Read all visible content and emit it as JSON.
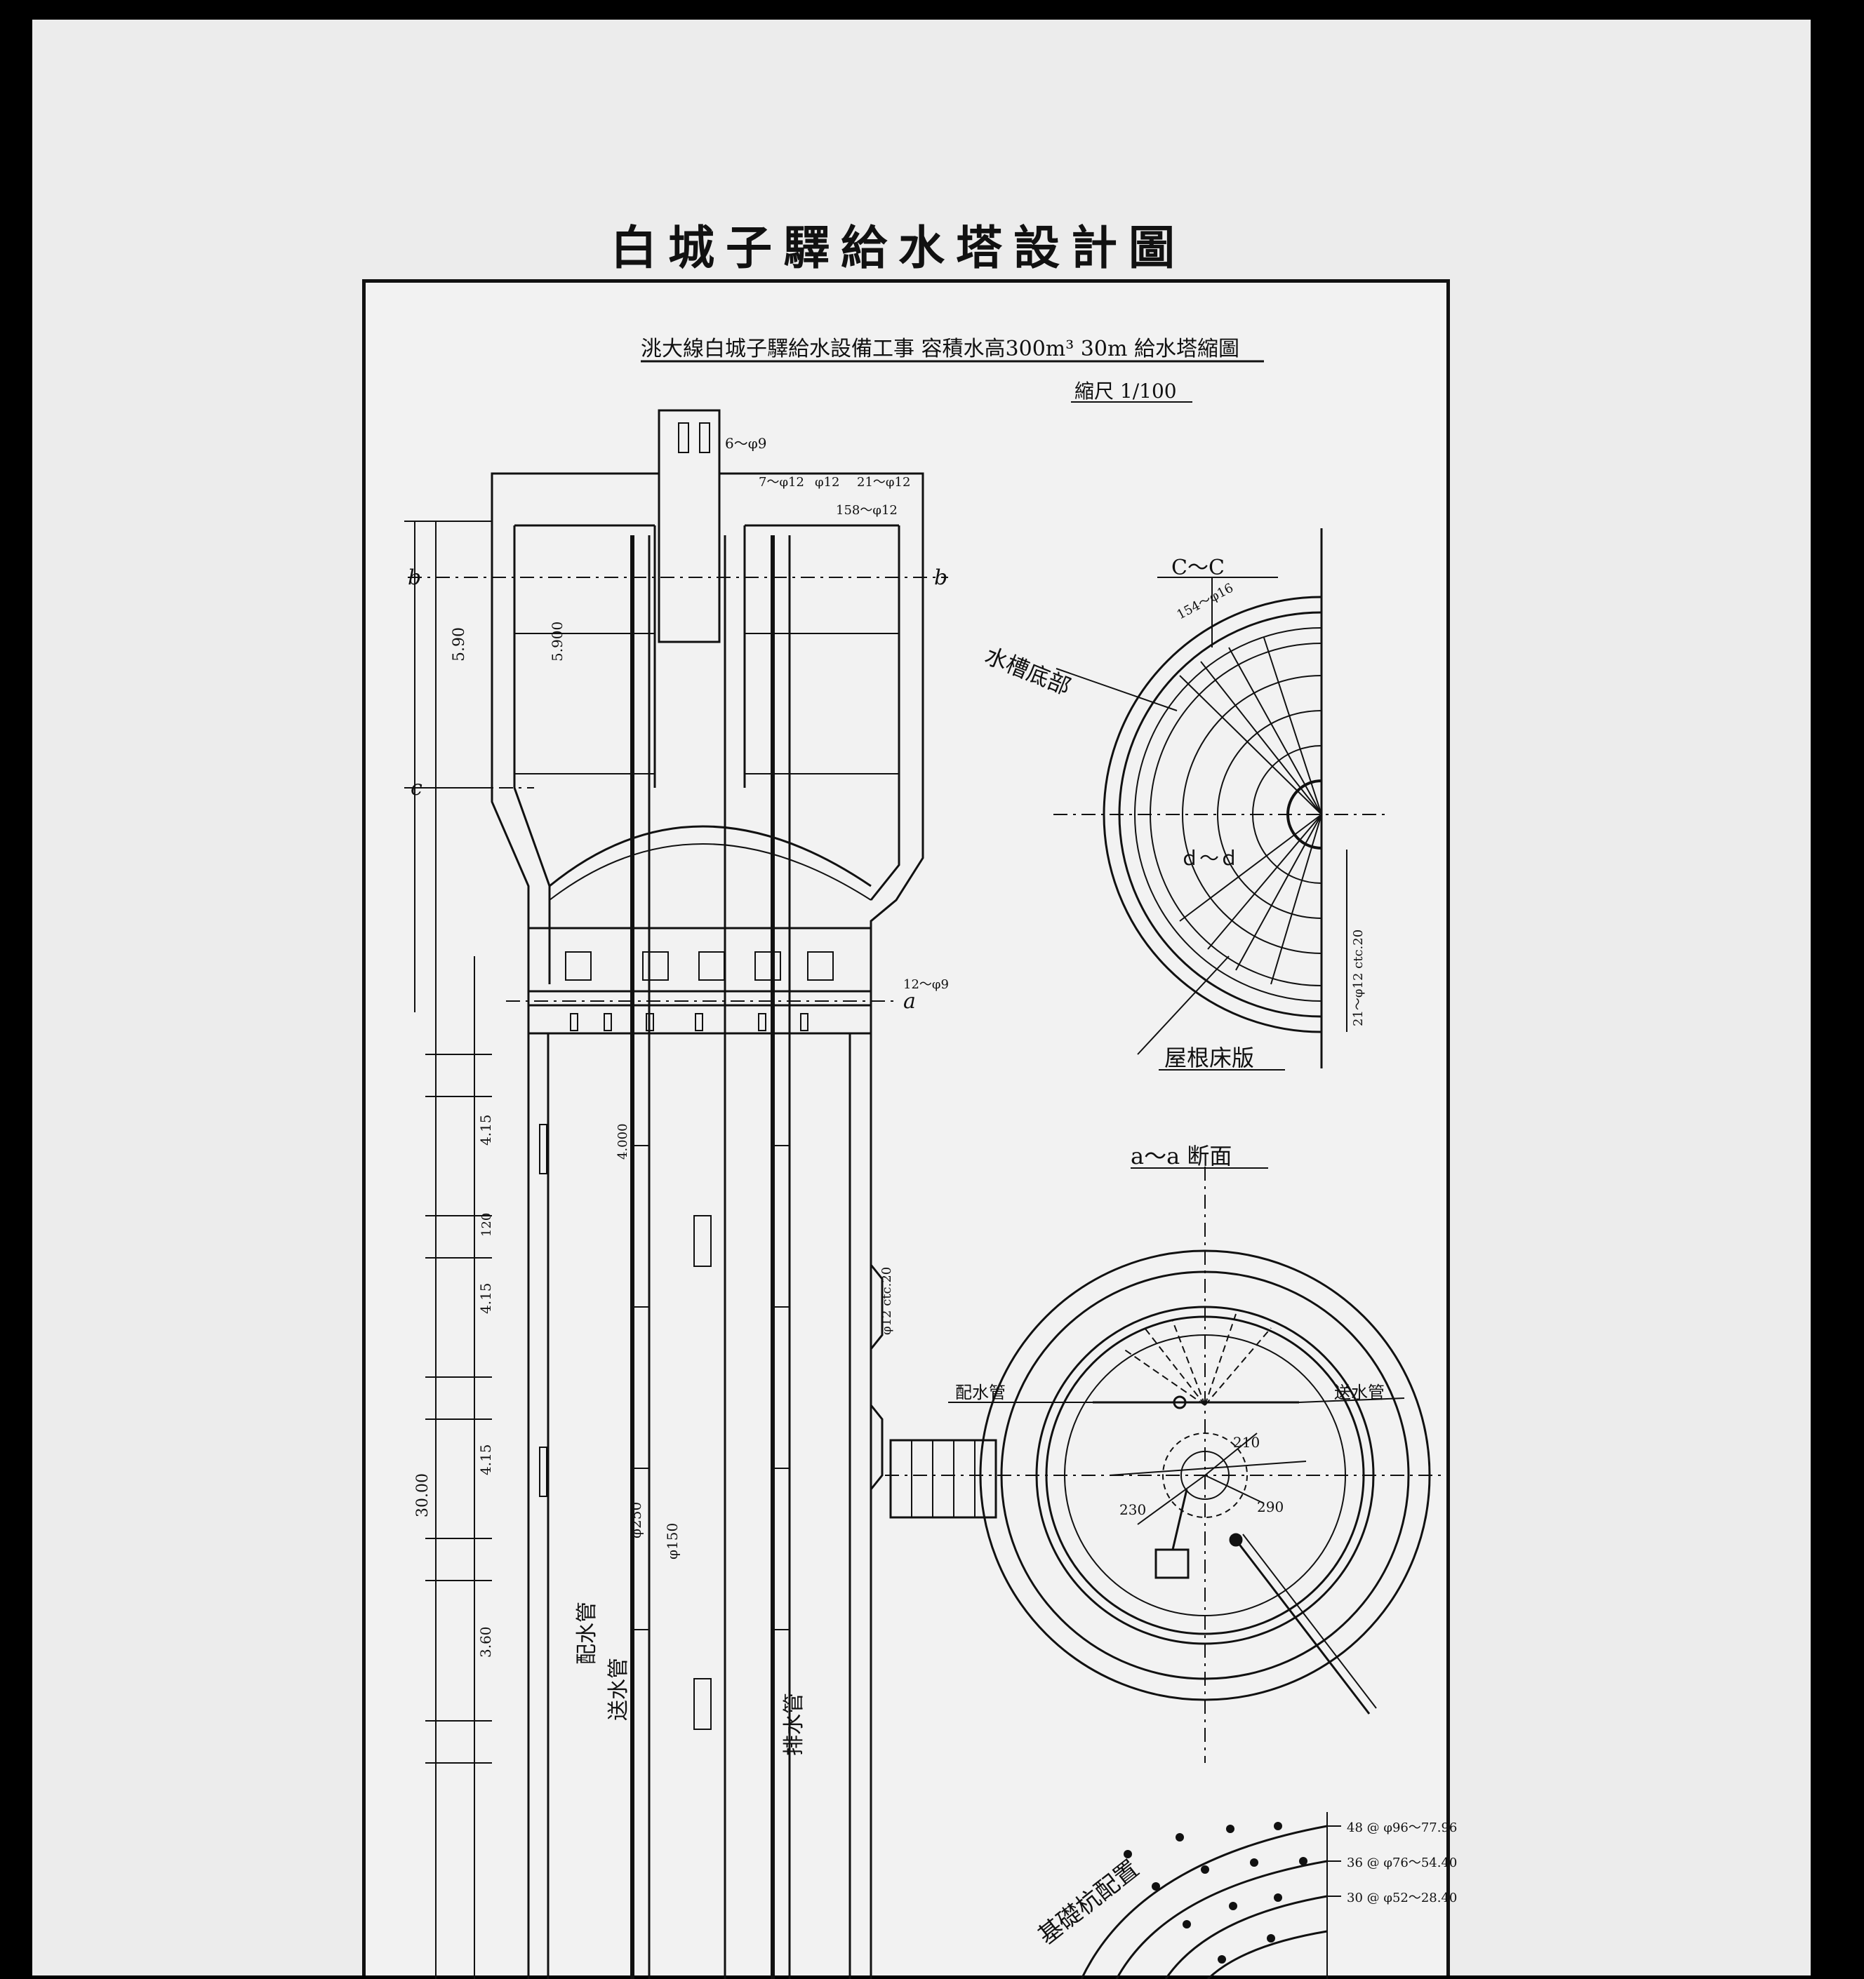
{
  "document": {
    "title": "白城子驛給水塔設計圖",
    "subtitle": "洮大線白城子驛給水設備工事 容積水高300m³ 30m 給水塔縮圖",
    "scale": "縮尺 1/100"
  },
  "views": {
    "c_c": "C～C",
    "tank_bottom": "水槽底部",
    "roof_floor": "屋根床版",
    "d_d": "ｄ～ｄ",
    "a_a": "a～a 断面",
    "foundation": "基礎杭配置"
  },
  "pipes": {
    "supply": "配水管",
    "inlet": "送水管",
    "drain": "排水管",
    "supply_plan": "配水管",
    "inlet_plan": "送水管"
  },
  "section_marks": {
    "b": "b",
    "c": "c",
    "a": "a"
  },
  "dimensions": {
    "tank_height": "5.90",
    "tank_inner": "5.900",
    "total_height": "30.00",
    "segment_a": "4.15",
    "segment_b": "4.15",
    "segment_c": "4.15",
    "segment_d": "3.60",
    "gap_120": "120",
    "pipe_1000": "4.000",
    "dia_250": "φ250",
    "dia_150": "φ150",
    "r230": "230",
    "r210": "210",
    "r290": "290"
  },
  "annotations": {
    "rebar_1": "6～φ9",
    "rebar_2": "7～φ12",
    "rebar_3": "φ12",
    "rebar_4": "21～φ12",
    "rebar_5": "158～φ12",
    "rebar_6": "154～φ16",
    "rebar_7": "12～φ9",
    "rebar_8": "φ12 ctc.20",
    "rebar_9": "21～φ12 ctc.20",
    "pile_1": "48 @ φ96～77.96",
    "pile_2": "36 @ φ76～54.40",
    "pile_3": "30 @ φ52～28.40"
  }
}
